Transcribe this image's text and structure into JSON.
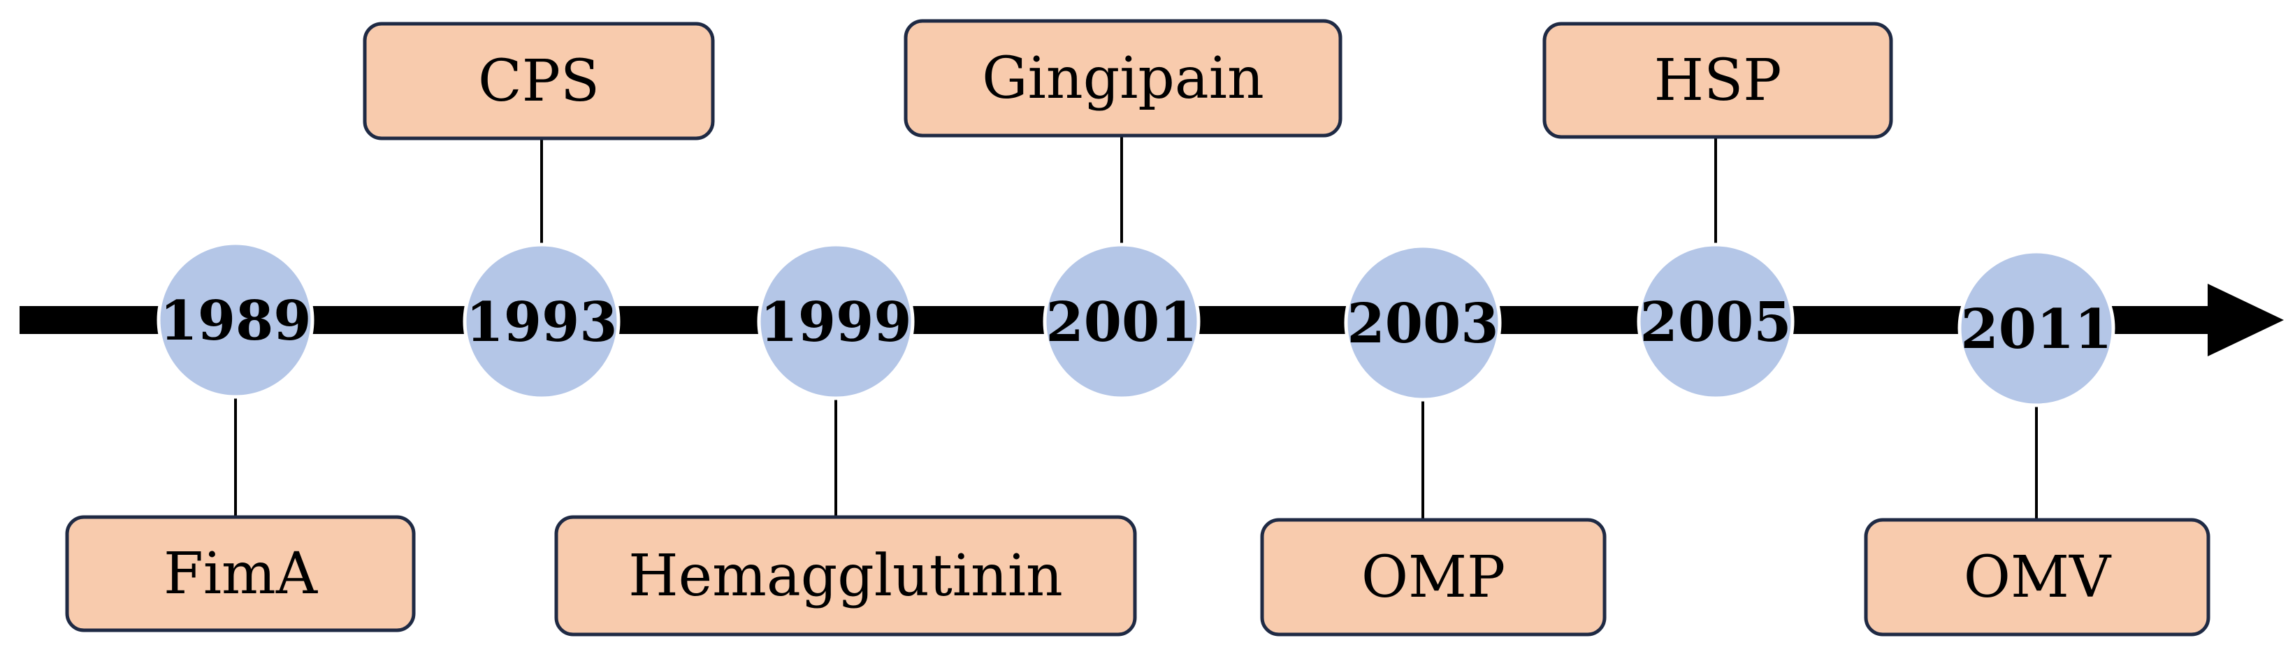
{
  "timeline": {
    "colors": {
      "axis": "#000000",
      "year_circle": "#b4c6e7",
      "year_circle_border": "#ffffff",
      "label_box_fill": "#f8cbad",
      "label_box_border": "#1f2a44",
      "connector": "#000000"
    },
    "events": [
      {
        "year": "1989",
        "label": "FimA",
        "side": "below"
      },
      {
        "year": "1993",
        "label": "CPS",
        "side": "above"
      },
      {
        "year": "1999",
        "label": "Hemagglutinin",
        "side": "below"
      },
      {
        "year": "2001",
        "label": "Gingipain",
        "side": "above"
      },
      {
        "year": "2003",
        "label": "OMP",
        "side": "below"
      },
      {
        "year": "2005",
        "label": "HSP",
        "side": "above"
      },
      {
        "year": "2011",
        "label": "OMV",
        "side": "below"
      }
    ]
  }
}
